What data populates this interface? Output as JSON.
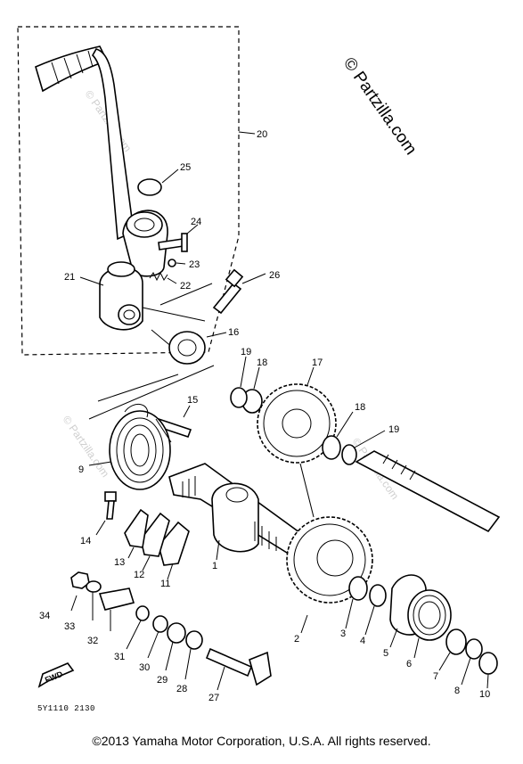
{
  "watermark": "© Partzilla.com",
  "watermark_faint": "© Partzilla.com",
  "diagram_code": "5Y1110 2130",
  "fwd_label": "FWD",
  "copyright": "©2013  Yamaha Motor Corporation, U.S.A. All rights reserved.",
  "callouts": [
    "1",
    "2",
    "3",
    "4",
    "5",
    "6",
    "7",
    "8",
    "9",
    "10",
    "11",
    "12",
    "13",
    "14",
    "15",
    "16",
    "17",
    "18",
    "18",
    "19",
    "19",
    "20",
    "21",
    "22",
    "23",
    "24",
    "25",
    "26",
    "27",
    "28",
    "29",
    "30",
    "31",
    "32",
    "33",
    "34"
  ]
}
